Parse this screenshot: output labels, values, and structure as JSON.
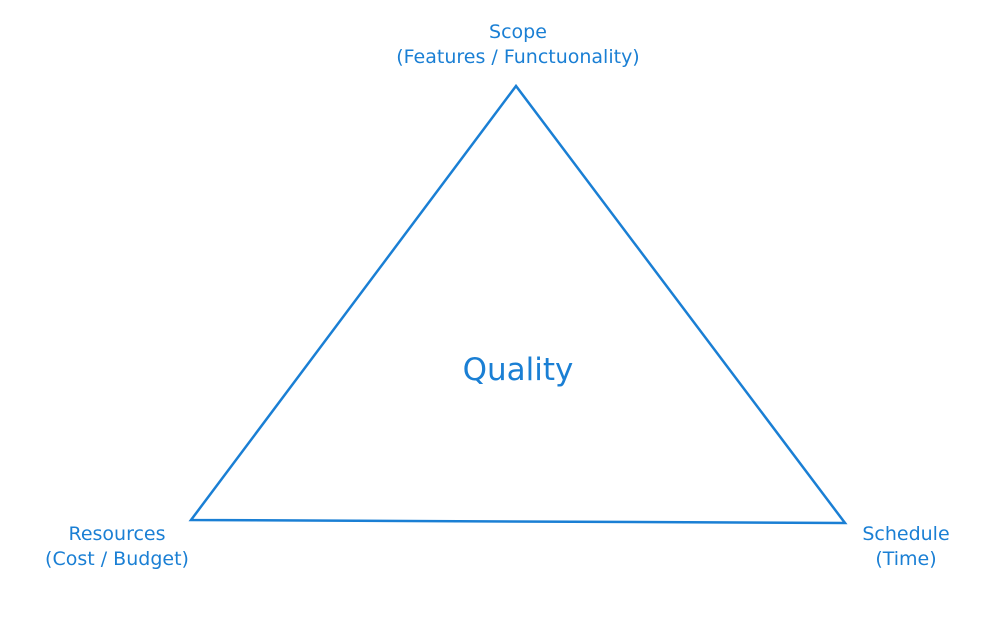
{
  "diagram": {
    "center_label": "Quality",
    "line_color": "#1a7fd4",
    "vertices": {
      "top": {
        "title": "Scope",
        "subtitle": "(Features / Functuonality)"
      },
      "left": {
        "title": "Resources",
        "subtitle": "(Cost / Budget)"
      },
      "right": {
        "title": "Schedule",
        "subtitle": "(Time)"
      }
    }
  }
}
